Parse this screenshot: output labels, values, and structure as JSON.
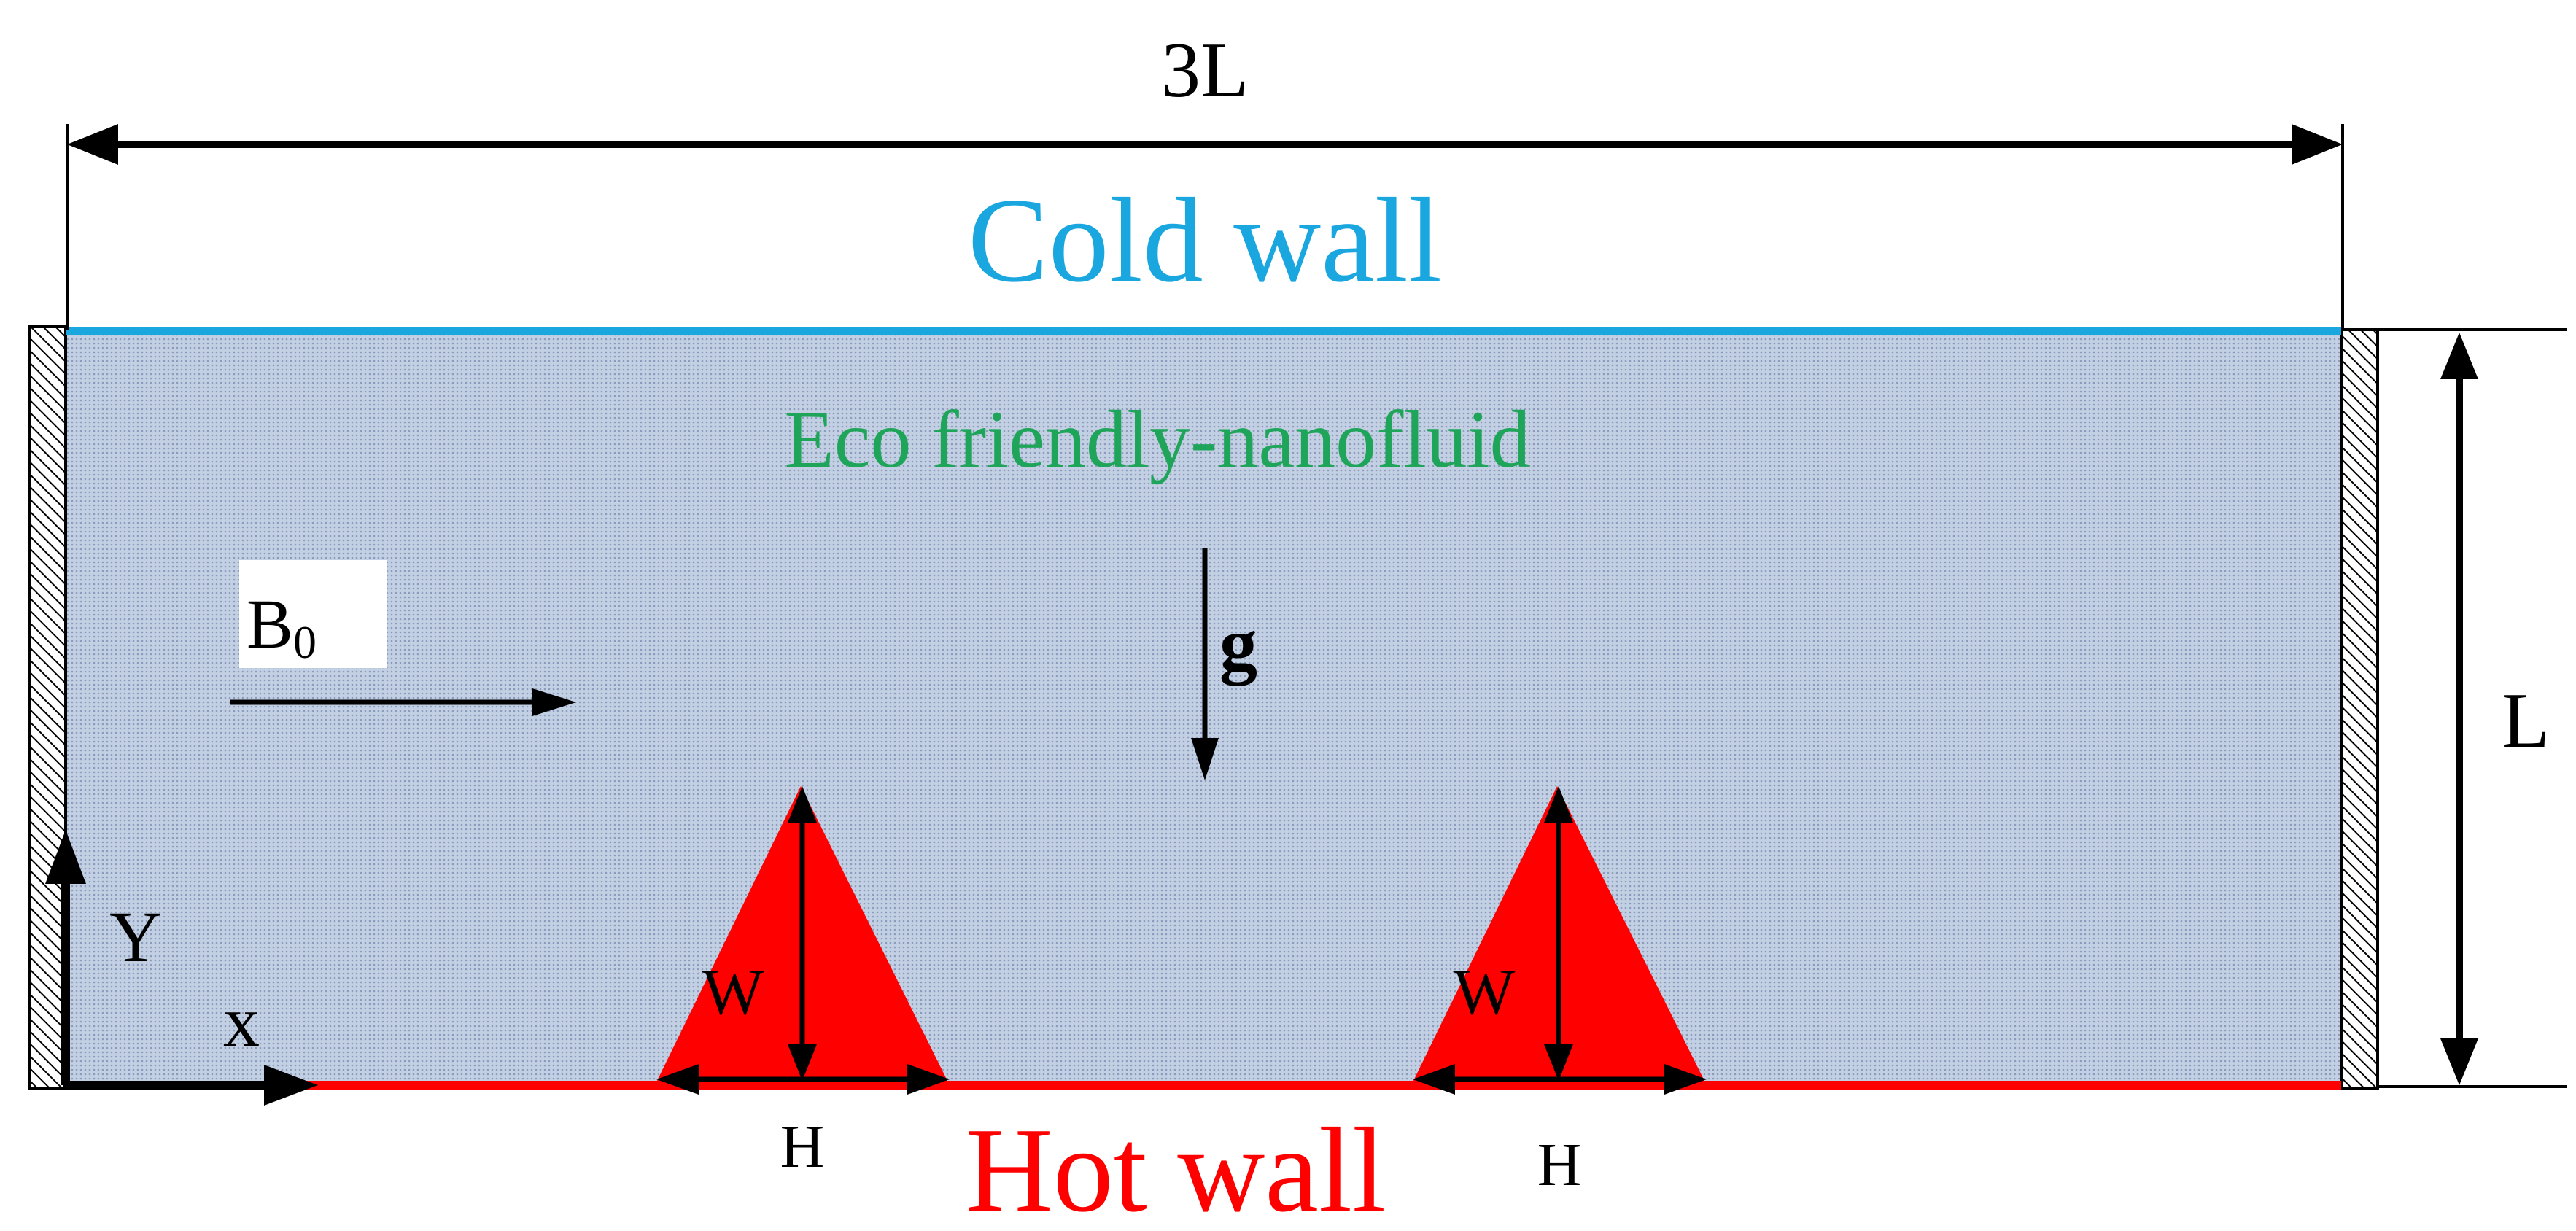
{
  "labels": {
    "width_dim": "3L",
    "height_dim": "L",
    "cold_wall": "Cold wall",
    "hot_wall": "Hot wall",
    "fluid": "Eco friendly-nanofluid",
    "magnetic_field": "B",
    "magnetic_sub": "0",
    "gravity": "g",
    "axis_y": "Y",
    "axis_x": "x",
    "fin1_height": "W",
    "fin1_width": "H",
    "fin2_height": "W",
    "fin2_width": "H"
  },
  "colors": {
    "cold_wall": "#1aa7e0",
    "hot_wall": "#ff0000",
    "fluid_fill": "#c3d0e3",
    "fluid_dot": "#8a9bbd",
    "fluid_text": "#1fa55a",
    "fin": "#ff0000",
    "ink": "#000000"
  }
}
